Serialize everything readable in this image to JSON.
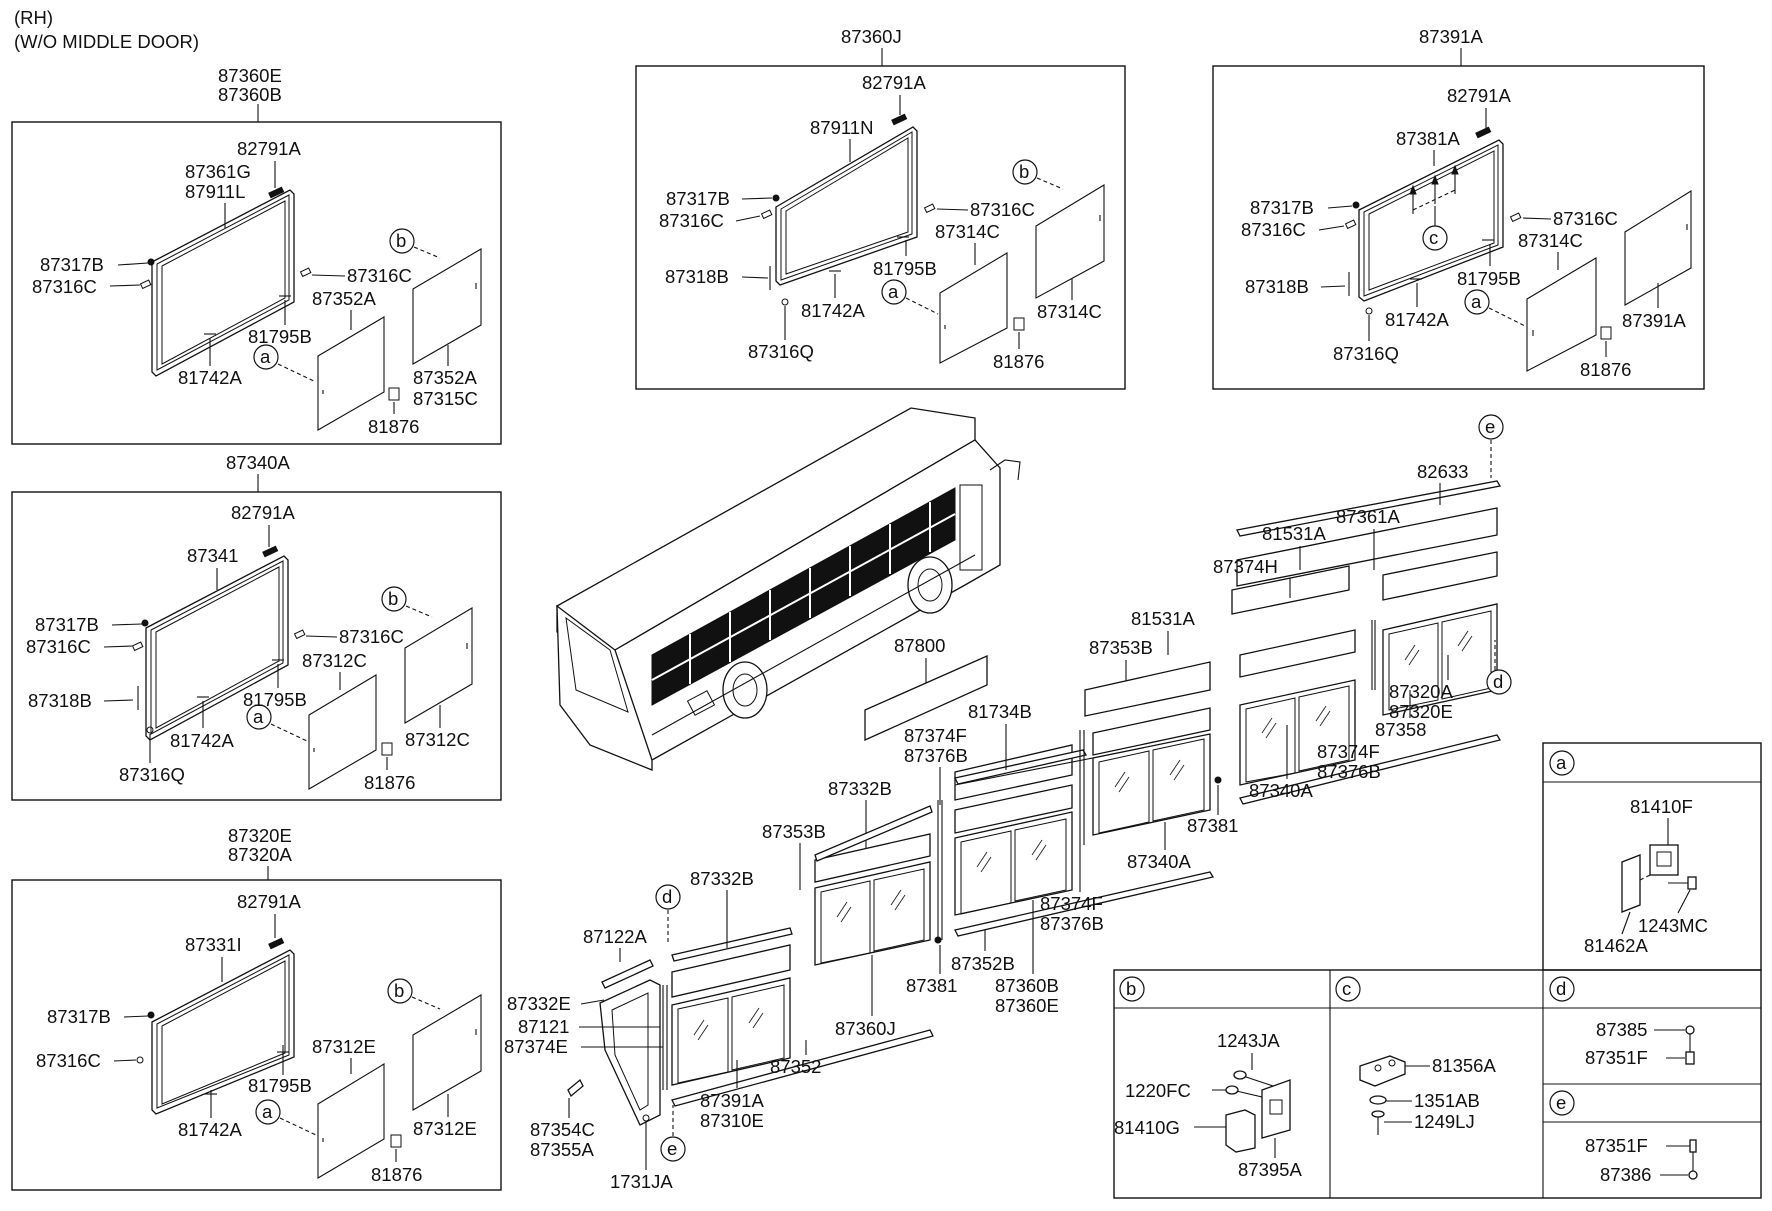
{
  "header": {
    "line1": "(RH)",
    "line2": "(W/O MIDDLE DOOR)"
  },
  "box1": {
    "title1": "87360E",
    "title2": "87360B",
    "labels": [
      "82791A",
      "87361G",
      "87911L",
      "87317B",
      "87316C",
      "87316C",
      "87352A",
      "81795B",
      "81742A",
      "87352A",
      "87315C",
      "81876"
    ],
    "callouts": [
      "a",
      "b"
    ]
  },
  "box2": {
    "title": "87340A",
    "labels": [
      "82791A",
      "87341",
      "87317B",
      "87316C",
      "87316C",
      "87312C",
      "87318B",
      "81795B",
      "81742A",
      "87316Q",
      "87312C",
      "81876"
    ],
    "callouts": [
      "a",
      "b"
    ]
  },
  "box3": {
    "title1": "87320E",
    "title2": "87320A",
    "labels": [
      "82791A",
      "87331I",
      "87317B",
      "87316C",
      "87312E",
      "81795B",
      "81742A",
      "87312E",
      "81876"
    ],
    "callouts": [
      "a",
      "b"
    ]
  },
  "box4": {
    "title": "87360J",
    "labels": [
      "82791A",
      "87911N",
      "87317B",
      "87316C",
      "87316C",
      "87314C",
      "87318B",
      "81795B",
      "81742A",
      "87316Q",
      "87314C",
      "81876"
    ],
    "callouts": [
      "a",
      "b"
    ]
  },
  "box5": {
    "title": "87391A",
    "labels": [
      "82791A",
      "87381A",
      "87317B",
      "87316C",
      "87316C",
      "87314C",
      "87318B",
      "81795B",
      "81742A",
      "87316Q",
      "87391A",
      "81876"
    ],
    "callouts": [
      "a",
      "c"
    ]
  },
  "main": {
    "labels": [
      "87800",
      "82633",
      "81531A",
      "87361A",
      "87374H",
      "81531A",
      "87353B",
      "81734B",
      "87374F",
      "87376B",
      "87332B",
      "87353B",
      "87332B",
      "87122A",
      "87332E",
      "87121",
      "87374E",
      "87354C",
      "87355A",
      "1731JA",
      "87391A",
      "87310E",
      "87352",
      "87360J",
      "87381",
      "87352B",
      "87360B",
      "87360E",
      "87374F",
      "87376B",
      "87340A",
      "87381",
      "87340A",
      "87374F",
      "87376B",
      "87358",
      "87320A",
      "87320E"
    ],
    "callouts": [
      "d",
      "e",
      "d",
      "e"
    ]
  },
  "detail_a": {
    "letter": "a",
    "labels": [
      "81410F",
      "1243MC",
      "81462A"
    ]
  },
  "detail_b": {
    "letter": "b",
    "labels": [
      "1243JA",
      "1220FC",
      "81410G",
      "87395A"
    ]
  },
  "detail_c": {
    "letter": "c",
    "labels": [
      "81356A",
      "1351AB",
      "1249LJ"
    ]
  },
  "detail_d": {
    "letter": "d",
    "labels": [
      "87385",
      "87351F"
    ]
  },
  "detail_e": {
    "letter": "e",
    "labels": [
      "87351F",
      "87386"
    ]
  }
}
